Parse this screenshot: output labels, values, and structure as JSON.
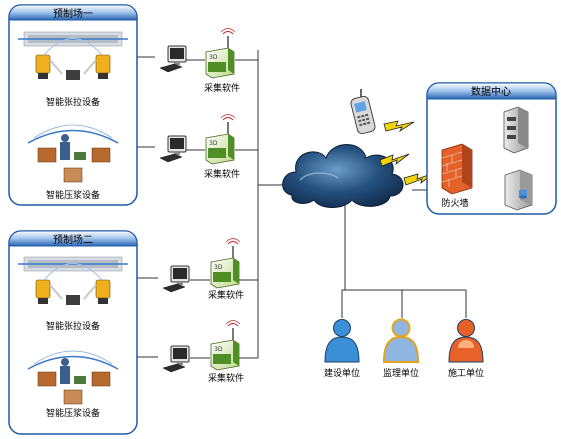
{
  "sites": [
    {
      "title": "预制场一",
      "tension_label": "智能张拉设备",
      "grout_label": "智能压浆设备"
    },
    {
      "title": "预制场二",
      "tension_label": "智能张拉设备",
      "grout_label": "智能压浆设备"
    }
  ],
  "software_label": "采集软件",
  "datacenter": {
    "title": "数据中心",
    "firewall_label": "防火墙"
  },
  "units": [
    {
      "label": "建设单位",
      "color": "#3b8fd6"
    },
    {
      "label": "监理单位",
      "color": "#8fb6e0"
    },
    {
      "label": "施工单位",
      "color": "#e8612a"
    }
  ],
  "colors": {
    "panel_header": "#1f5aa8",
    "cloud": "#173c63",
    "lightning": "#f2d40a",
    "line": "#333333"
  }
}
